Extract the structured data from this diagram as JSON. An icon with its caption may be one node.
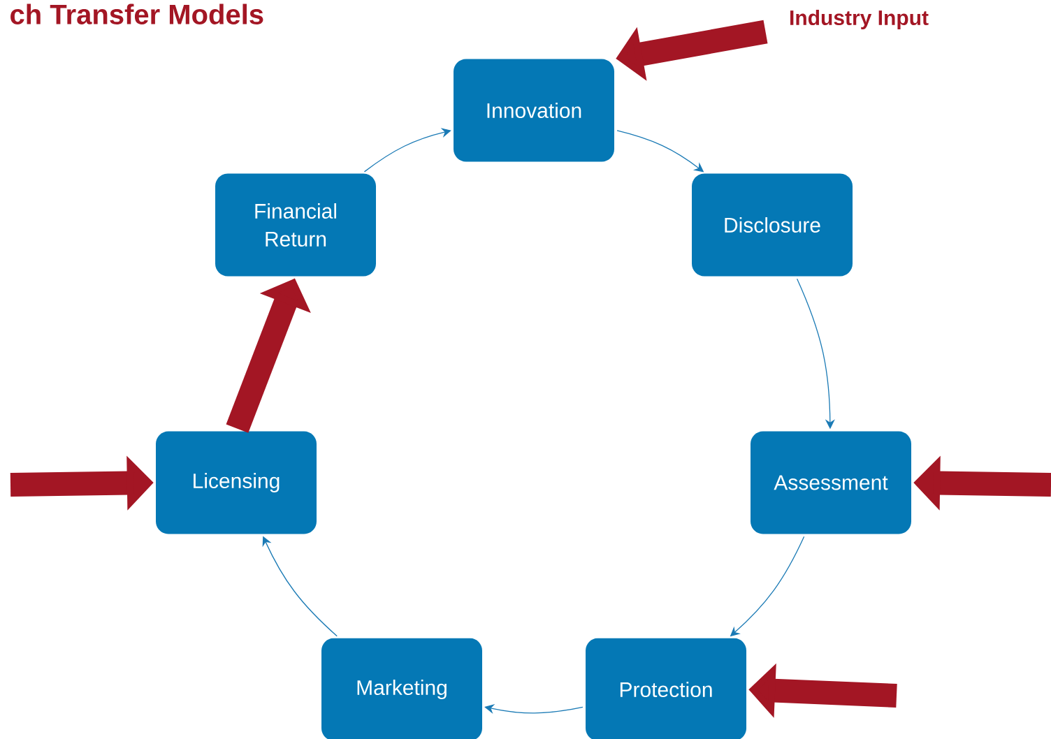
{
  "diagram": {
    "title": "ch Transfer Models",
    "nodes": [
      {
        "text": [
          "Innovation"
        ]
      },
      {
        "text": [
          "Disclosure"
        ]
      },
      {
        "text": [
          "Assessment"
        ]
      },
      {
        "text": [
          "Protection"
        ]
      },
      {
        "text": [
          "Marketing"
        ]
      },
      {
        "text": [
          "Licensing"
        ]
      },
      {
        "text": [
          "Financial Return"
        ]
      },
      {
        "text": [
          "Industry Input"
        ]
      }
    ],
    "edges": [
      {
        "from": 0,
        "to": 1,
        "arrow": "to"
      },
      {
        "from": 1,
        "to": 2,
        "arrow": "to"
      },
      {
        "from": 2,
        "to": 3,
        "arrow": "to"
      },
      {
        "from": 3,
        "to": 4,
        "arrow": "to"
      },
      {
        "from": 4,
        "to": 5,
        "arrow": "to"
      },
      {
        "from": 6,
        "to": 0,
        "arrow": "to"
      },
      {
        "from": 7,
        "to": 0,
        "arrow": "to",
        "style": "thick",
        "color": "#a31624"
      },
      {
        "from": 5,
        "to": 6,
        "arrow": "to",
        "style": "thick",
        "color": "#a31624"
      },
      {
        "from": null,
        "to": 5,
        "arrow": "to",
        "style": "thick",
        "color": "#a31624"
      },
      {
        "from": null,
        "to": 2,
        "arrow": "to",
        "style": "thick",
        "color": "#a31624"
      },
      {
        "from": null,
        "to": 3,
        "arrow": "to",
        "style": "thick",
        "color": "#a31624"
      }
    ]
  }
}
